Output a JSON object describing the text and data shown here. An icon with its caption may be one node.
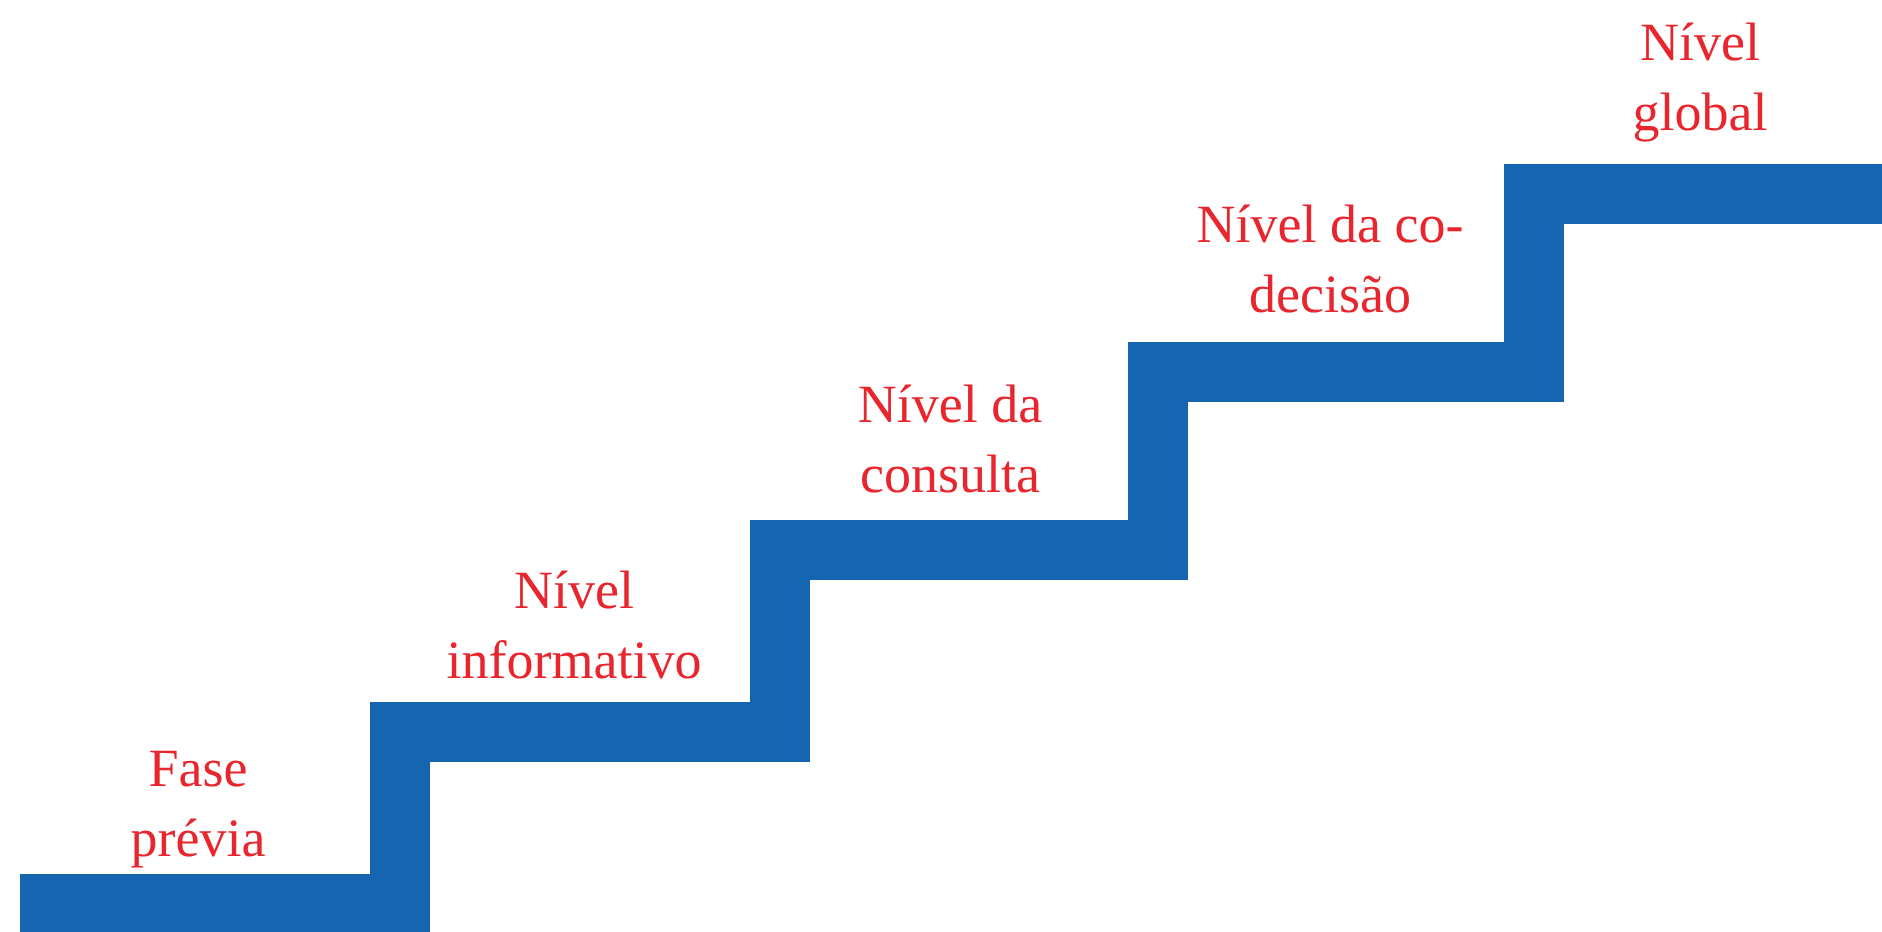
{
  "diagram": {
    "labels": [
      "Fase prévia",
      "Nível informativo",
      "Nível da consulta",
      "Nível da co-decisão",
      "Nível global"
    ]
  }
}
